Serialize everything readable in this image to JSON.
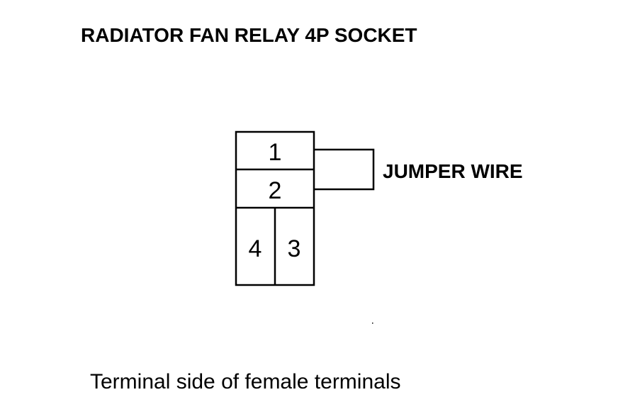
{
  "title": "RADIATOR FAN RELAY 4P SOCKET",
  "jumper_label": "JUMPER WIRE",
  "caption": "Terminal side of female terminals",
  "terminals": {
    "t1": "1",
    "t2": "2",
    "t3": "3",
    "t4": "4"
  }
}
